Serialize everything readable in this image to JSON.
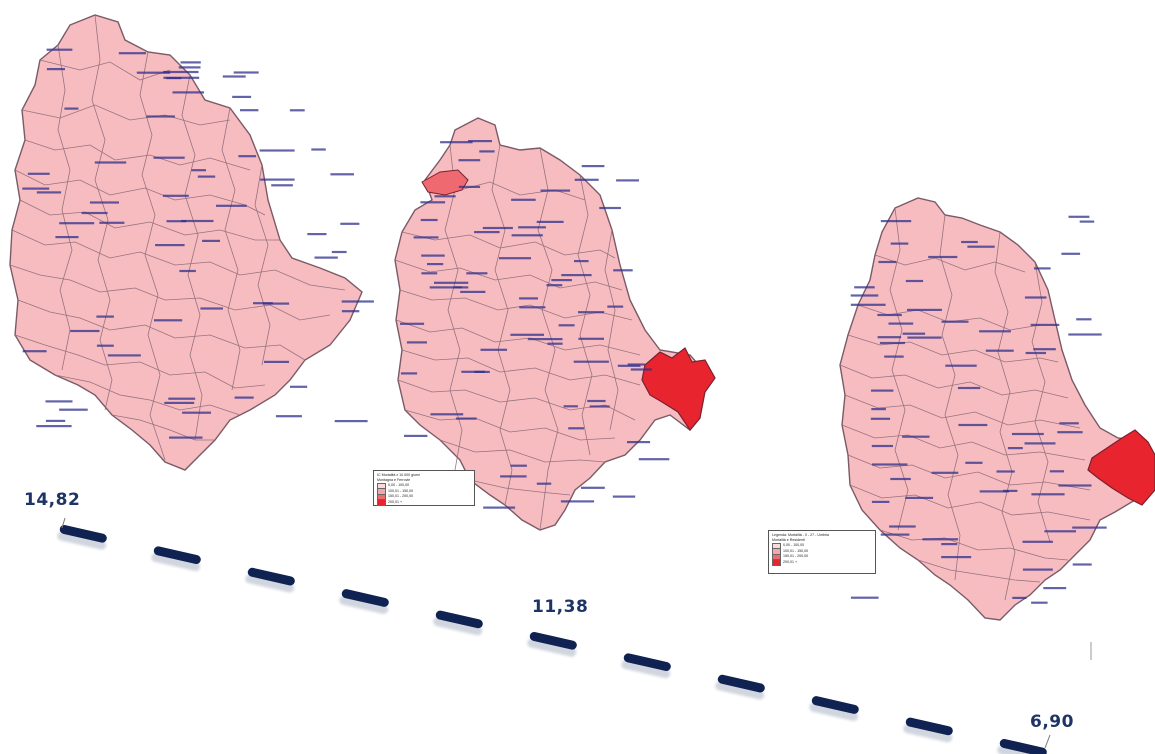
{
  "maps": [
    {
      "name": "map-left",
      "legend": null
    },
    {
      "name": "map-center",
      "legend": {
        "title": "IC Mortalità x 10.000 giorni",
        "subtitle": "Montagna e Ferrovie",
        "rows": [
          "0,00 - 100,00",
          "100,01 - 150,00",
          "150,01 - 200,00",
          "200,01 +"
        ]
      }
    },
    {
      "name": "map-right",
      "legend": {
        "title": "Legenda: Mortalità - 0 - 27 - Umbria",
        "subtitle": "Mortalità e Residenti",
        "rows": [
          "0,00 - 100,00",
          "100,01 - 150,00",
          "150,01 - 200,00",
          "200,01 +"
        ]
      }
    }
  ],
  "trend": {
    "values": [
      "14,82",
      "11,38",
      "6,90"
    ],
    "color": "#0f2252"
  },
  "colors": {
    "base": "#f7bcc0",
    "warm": "#ee6a70",
    "hot": "#e8252f",
    "labels": "#2d2f8c"
  }
}
